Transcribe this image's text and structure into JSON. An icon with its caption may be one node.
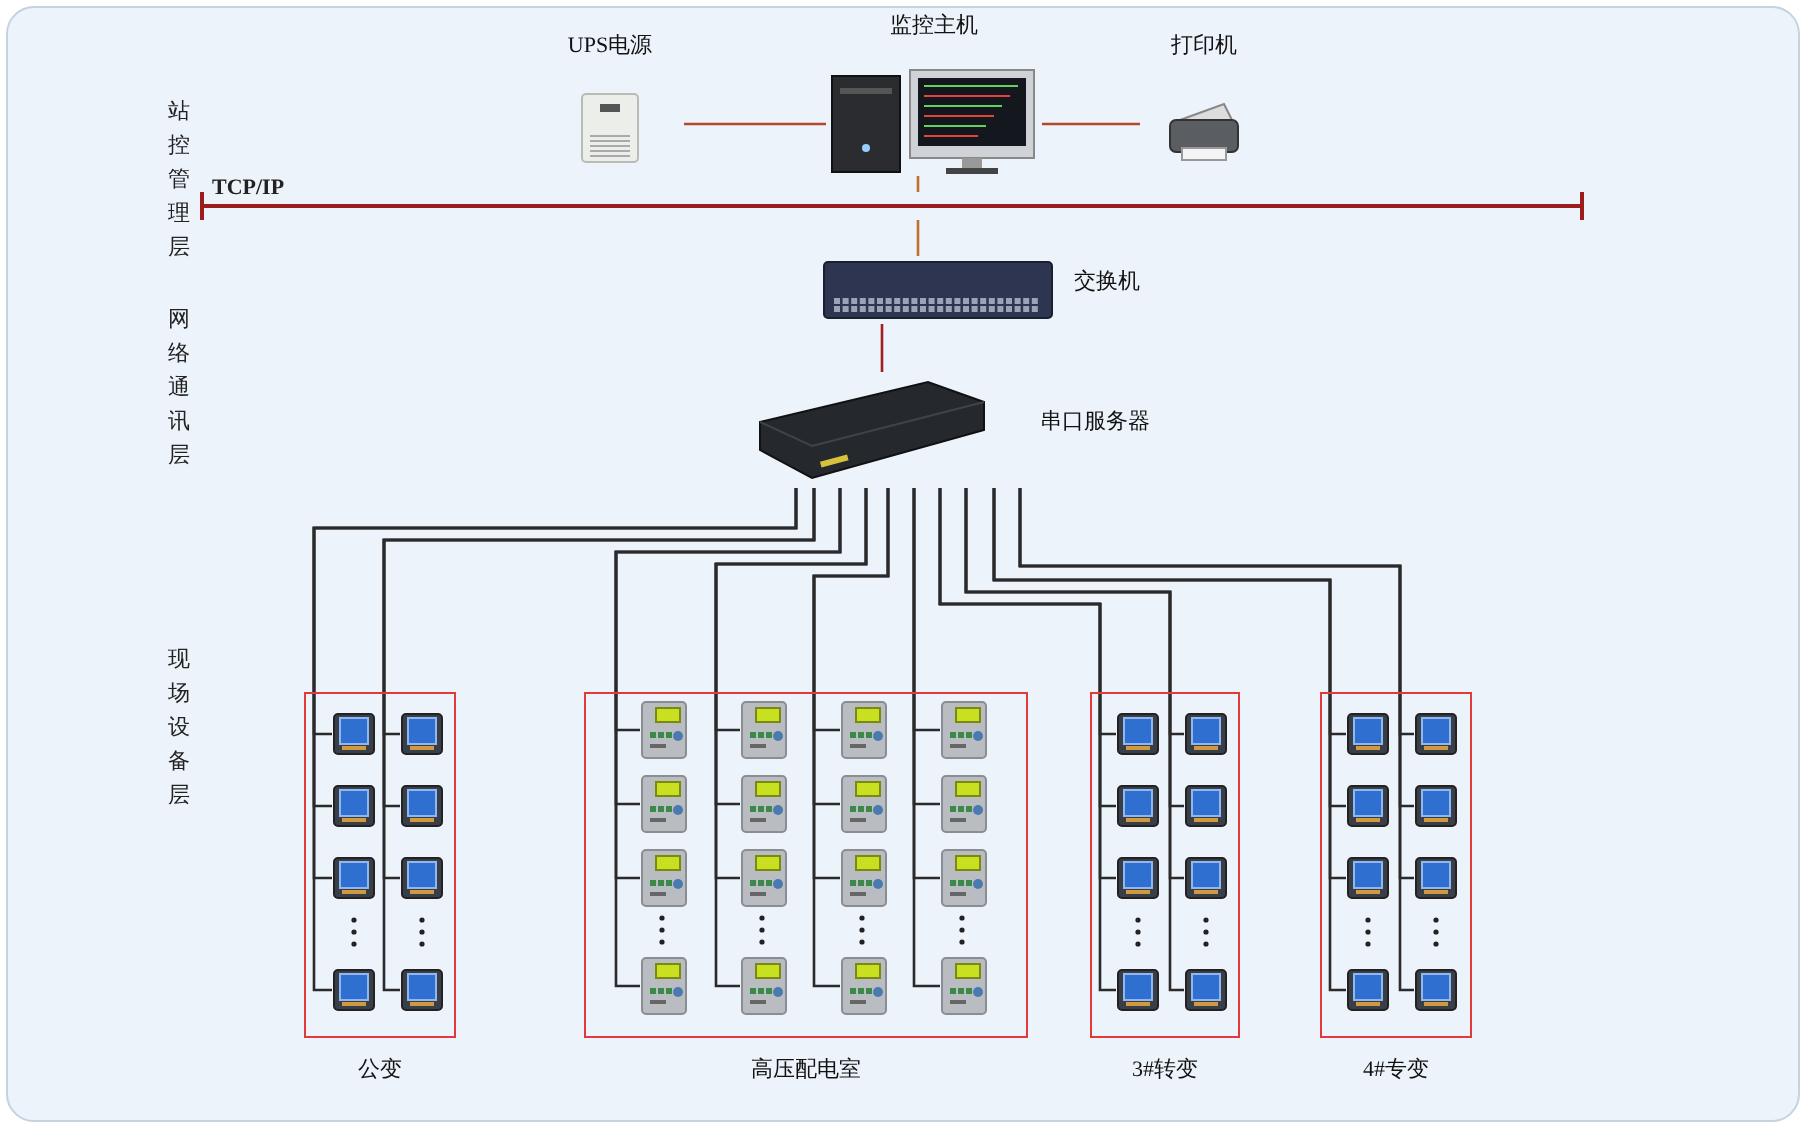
{
  "diagram": {
    "nodes": [
      {
        "text": [
          "UPS电源"
        ]
      },
      {
        "text": [
          "监控主机"
        ]
      },
      {
        "text": [
          "打印机"
        ]
      },
      {
        "text": [],
        "shape": "bar"
      },
      {
        "text": [
          "交换机"
        ]
      },
      {
        "text": [
          "串口服务器"
        ]
      },
      {
        "text": [
          "公变"
        ]
      },
      {
        "text": [
          "高压配电室"
        ]
      },
      {
        "text": [
          "3#转变"
        ]
      },
      {
        "text": [
          "4#专变"
        ]
      },
      {
        "text": [],
        "shape": "picture",
        "in": 6
      },
      {
        "text": [],
        "shape": "picture",
        "in": 6
      },
      {
        "text": [],
        "shape": "picture",
        "in": 6
      },
      {
        "text": [],
        "shape": "picture",
        "in": 6
      },
      {
        "text": [],
        "shape": "picture",
        "in": 6
      },
      {
        "text": [],
        "shape": "picture",
        "in": 6
      },
      {
        "text": [],
        "shape": "picture",
        "in": 6
      },
      {
        "text": [],
        "shape": "picture",
        "in": 6
      },
      {
        "text": [],
        "shape": "picture",
        "in": 7
      },
      {
        "text": [],
        "shape": "picture",
        "in": 7
      },
      {
        "text": [],
        "shape": "picture",
        "in": 7
      },
      {
        "text": [],
        "shape": "picture",
        "in": 7
      },
      {
        "text": [],
        "shape": "picture",
        "in": 7
      },
      {
        "text": [],
        "shape": "picture",
        "in": 7
      },
      {
        "text": [],
        "shape": "picture",
        "in": 7
      },
      {
        "text": [],
        "shape": "picture",
        "in": 7
      },
      {
        "text": [],
        "shape": "picture",
        "in": 7
      },
      {
        "text": [],
        "shape": "picture",
        "in": 7
      },
      {
        "text": [],
        "shape": "picture",
        "in": 7
      },
      {
        "text": [],
        "shape": "picture",
        "in": 7
      },
      {
        "text": [],
        "shape": "picture",
        "in": 7
      },
      {
        "text": [],
        "shape": "picture",
        "in": 7
      },
      {
        "text": [],
        "shape": "picture",
        "in": 7
      },
      {
        "text": [],
        "shape": "picture",
        "in": 7
      },
      {
        "text": [],
        "shape": "picture",
        "in": 8
      },
      {
        "text": [],
        "shape": "picture",
        "in": 8
      },
      {
        "text": [],
        "shape": "picture",
        "in": 8
      },
      {
        "text": [],
        "shape": "picture",
        "in": 8
      },
      {
        "text": [],
        "shape": "picture",
        "in": 8
      },
      {
        "text": [],
        "shape": "picture",
        "in": 8
      },
      {
        "text": [],
        "shape": "picture",
        "in": 8
      },
      {
        "text": [],
        "shape": "picture",
        "in": 8
      },
      {
        "text": [],
        "shape": "picture",
        "in": 9
      },
      {
        "text": [],
        "shape": "picture",
        "in": 9
      },
      {
        "text": [],
        "shape": "picture",
        "in": 9
      },
      {
        "text": [],
        "shape": "picture",
        "in": 9
      },
      {
        "text": [],
        "shape": "picture",
        "in": 9
      },
      {
        "text": [],
        "shape": "picture",
        "in": 9
      },
      {
        "text": [],
        "shape": "picture",
        "in": 9
      },
      {
        "text": [],
        "shape": "picture",
        "in": 9
      }
    ],
    "edges": [
      {
        "from": 0,
        "to": 1,
        "arrow": "none",
        "color": "#b04a2a"
      },
      {
        "from": 1,
        "to": 2,
        "arrow": "none",
        "color": "#b04a2a"
      },
      {
        "from": 1,
        "to": 3,
        "arrow": "none",
        "color": "#c0702a"
      },
      {
        "from": 3,
        "to": 4,
        "arrow": "none",
        "color": "#c0702a"
      },
      {
        "from": 4,
        "to": 5,
        "arrow": "none",
        "color": "#a02020"
      },
      {
        "from": 5,
        "to": 10,
        "arrow": "none"
      },
      {
        "from": 5,
        "to": 11,
        "arrow": "none"
      },
      {
        "from": 5,
        "to": 12,
        "arrow": "none"
      },
      {
        "from": 5,
        "to": 13,
        "arrow": "none"
      },
      {
        "from": 5,
        "to": 14,
        "arrow": "none"
      },
      {
        "from": 5,
        "to": 15,
        "arrow": "none"
      },
      {
        "from": 5,
        "to": 16,
        "arrow": "none"
      },
      {
        "from": 5,
        "to": 17,
        "arrow": "none"
      },
      {
        "from": 5,
        "to": 18,
        "arrow": "none"
      },
      {
        "from": 5,
        "to": 19,
        "arrow": "none"
      },
      {
        "from": 5,
        "to": 20,
        "arrow": "none"
      },
      {
        "from": 5,
        "to": 21,
        "arrow": "none"
      },
      {
        "from": 5,
        "to": 22,
        "arrow": "none"
      },
      {
        "from": 5,
        "to": 23,
        "arrow": "none"
      },
      {
        "from": 5,
        "to": 24,
        "arrow": "none"
      },
      {
        "from": 5,
        "to": 25,
        "arrow": "none"
      },
      {
        "from": 5,
        "to": 26,
        "arrow": "none"
      },
      {
        "from": 5,
        "to": 27,
        "arrow": "none"
      },
      {
        "from": 5,
        "to": 28,
        "arrow": "none"
      },
      {
        "from": 5,
        "to": 29,
        "arrow": "none"
      },
      {
        "from": 5,
        "to": 30,
        "arrow": "none"
      },
      {
        "from": 5,
        "to": 31,
        "arrow": "none"
      },
      {
        "from": 5,
        "to": 32,
        "arrow": "none"
      },
      {
        "from": 5,
        "to": 33,
        "arrow": "none"
      },
      {
        "from": 5,
        "to": 34,
        "arrow": "none"
      },
      {
        "from": 5,
        "to": 35,
        "arrow": "none"
      },
      {
        "from": 5,
        "to": 36,
        "arrow": "none"
      },
      {
        "from": 5,
        "to": 37,
        "arrow": "none"
      },
      {
        "from": 5,
        "to": 38,
        "arrow": "none"
      },
      {
        "from": 5,
        "to": 39,
        "arrow": "none"
      },
      {
        "from": 5,
        "to": 40,
        "arrow": "none"
      },
      {
        "from": 5,
        "to": 41,
        "arrow": "none"
      },
      {
        "from": 5,
        "to": 42,
        "arrow": "none"
      },
      {
        "from": 5,
        "to": 43,
        "arrow": "none"
      },
      {
        "from": 5,
        "to": 44,
        "arrow": "none"
      },
      {
        "from": 5,
        "to": 45,
        "arrow": "none"
      },
      {
        "from": 5,
        "to": 46,
        "arrow": "none"
      },
      {
        "from": 5,
        "to": 47,
        "arrow": "none"
      },
      {
        "from": 5,
        "to": 48,
        "arrow": "none"
      },
      {
        "from": 5,
        "to": 49,
        "arrow": "none"
      }
    ],
    "labels": [
      "站控管理层",
      "TCP/IP",
      "网络通讯层",
      "现场设备层"
    ]
  }
}
